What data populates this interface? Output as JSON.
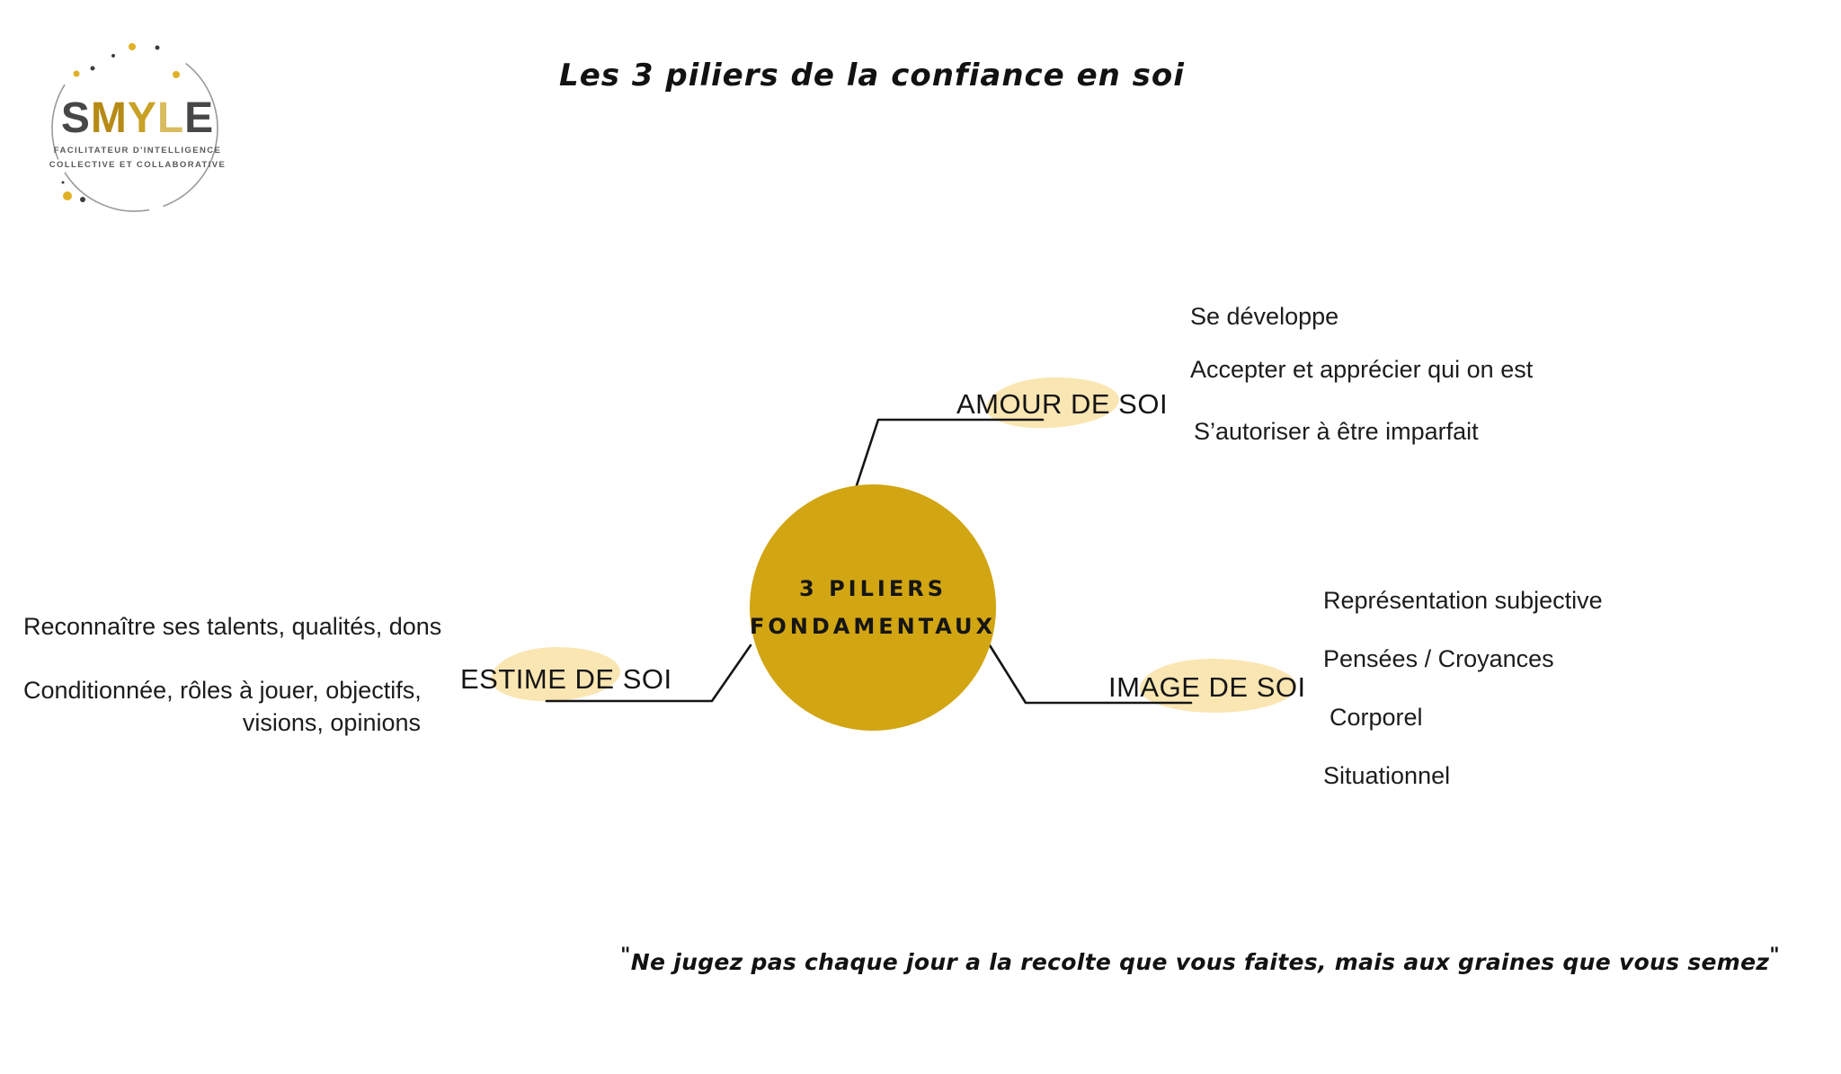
{
  "logo": {
    "brand": {
      "l1": "S",
      "l2": "M",
      "l3": "Y",
      "l4": "L",
      "l5": "E"
    },
    "tagline_line1": "FACILITATEUR D'INTELLIGENCE",
    "tagline_line2": "COLLECTIVE ET COLLABORATIVE"
  },
  "header": {
    "title": "Les 3 piliers de la confiance en soi"
  },
  "center_node": {
    "line1": "3 PILIERS",
    "line2": "FONDAMENTAUX"
  },
  "branches": {
    "amour": {
      "label": "AMOUR DE SOI",
      "items": [
        "Se développe",
        "Accepter et apprécier qui on est",
        "S’autoriser à être imparfait"
      ]
    },
    "estime": {
      "label": "ESTIME DE SOI",
      "lines": [
        "Reconnaître ses talents, qualités, dons",
        "Conditionnée, rôles à jouer, objectifs,",
        "visions, opinions"
      ]
    },
    "image": {
      "label": "IMAGE DE SOI",
      "items": [
        "Représentation subjective",
        "Pensées / Croyances",
        "Corporel",
        "Situationnel"
      ]
    }
  },
  "quote": {
    "open_mark": "\"",
    "text": "Ne jugez pas chaque jour a la recolte que vous faites, mais aux graines que vous semez",
    "close_mark": "\""
  },
  "colors": {
    "center_gold": "#d2a513",
    "highlight": "#fae6b2",
    "ink": "#161616",
    "logo_dark": "#474747",
    "logo_gold": "#c9a125",
    "tagline_gray": "#5a5a5a"
  }
}
